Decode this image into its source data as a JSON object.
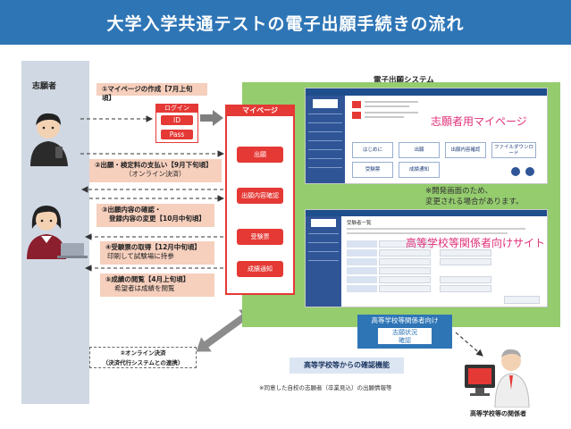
{
  "header": {
    "title": "大学入学共通テストの電子出願手続きの流れ"
  },
  "applicant": {
    "label": "志願者"
  },
  "steps": [
    {
      "line1": "①マイページの作成【7月上旬頃】",
      "line2": ""
    },
    {
      "line1": "②出願・検定料の支払い【9月下旬頃】",
      "line2": "（オンライン決済）"
    },
    {
      "line1": "③出願内容の確認・",
      "line2": "登録内容の変更【10月中旬頃】"
    },
    {
      "line1": "④受験票の取得【12月中旬頃】",
      "line2": "印刷して試験場に持参"
    },
    {
      "line1": "⑤成績の閲覧【4月上旬頃】",
      "line2": "希望者は成績を閲覧"
    }
  ],
  "login": {
    "title": "ログイン",
    "id_label": "ID",
    "pass_label": "Pass"
  },
  "mypage": {
    "title": "マイページ",
    "buttons": [
      "出願",
      "出願内容確認",
      "受験票",
      "成績通知"
    ]
  },
  "system": {
    "title": "電子出願システム",
    "applicant_page_title": "志願者用マイページ",
    "school_page_title": "高等学校等関係者向けサイト",
    "notice_line1": "※開発画面のため、",
    "notice_line2": "変更される場合があります。",
    "tiles": [
      "はじめに",
      "出願",
      "出願内容確認",
      "ファイルダウンロード",
      "受験票",
      "成績通知"
    ],
    "school_heading": "受験者一覧"
  },
  "high_school": {
    "box_title": "高等学校等関係者向け",
    "button_line1": "志願状況",
    "button_line2": "確認",
    "confirm_function": "高等学校等からの確認機能",
    "footnote": "※同意した自校の志願者（卒業見込）の出願情報等",
    "staff_label": "高等学校等の関係者"
  },
  "online_payment": {
    "line1": "②オンライン決済",
    "line2": "（決済代行システムとの連携）"
  },
  "colors": {
    "header": "#2e75b6",
    "accent_red": "#e53935",
    "step_bg": "#f6cfbd",
    "system_green": "#94cc6e",
    "applicant_bar": "#d0d8e3"
  }
}
